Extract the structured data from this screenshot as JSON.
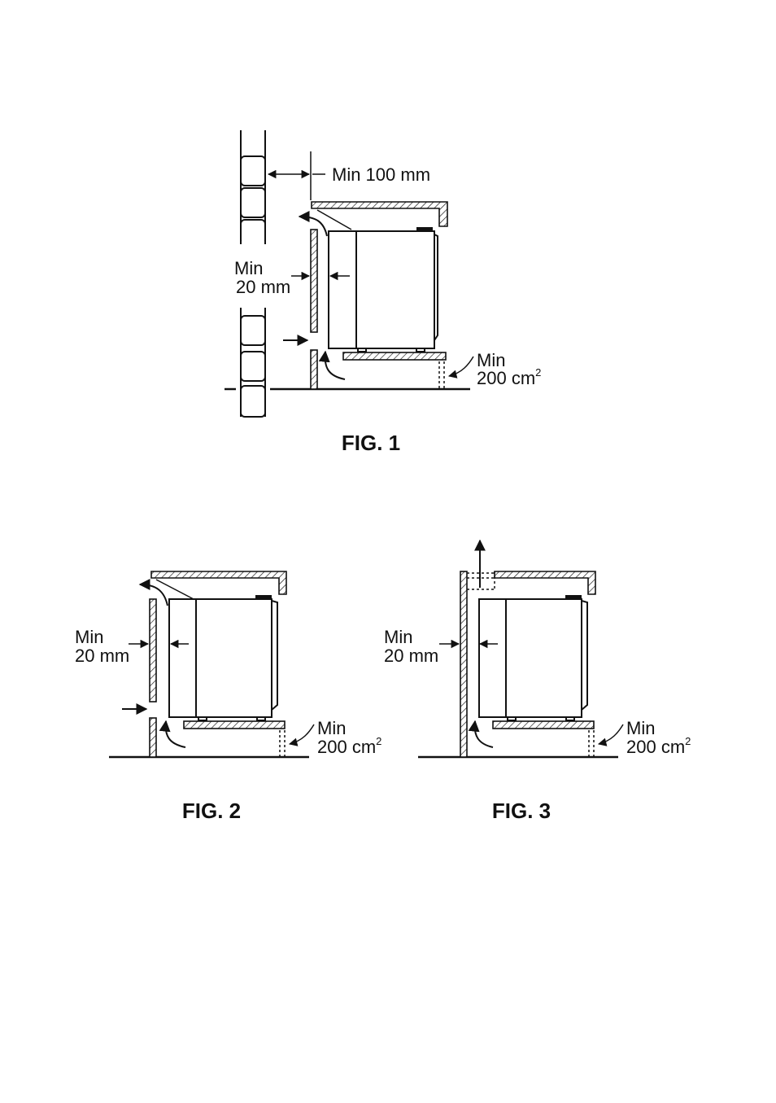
{
  "figures": [
    {
      "caption": "FIG. 1",
      "clearance_top": "Min 100 mm",
      "clearance_side_line1": "Min",
      "clearance_side_line2": "20 mm",
      "vent_line1": "Min",
      "vent_line2": "200 cm",
      "vent_sup": "2"
    },
    {
      "caption": "FIG. 2",
      "clearance_side_line1": "Min",
      "clearance_side_line2": "20 mm",
      "vent_line1": "Min",
      "vent_line2": "200 cm",
      "vent_sup": "2"
    },
    {
      "caption": "FIG. 3",
      "clearance_side_line1": "Min",
      "clearance_side_line2": "20 mm",
      "vent_line1": "Min",
      "vent_line2": "200 cm",
      "vent_sup": "2"
    }
  ]
}
